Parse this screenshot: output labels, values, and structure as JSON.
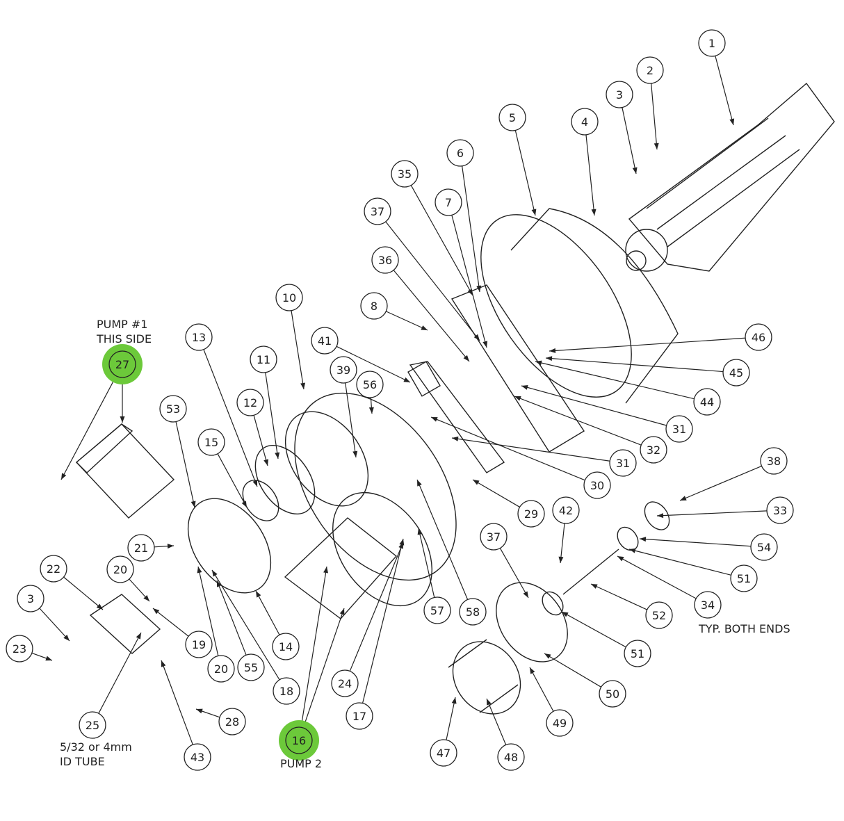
{
  "diagram": {
    "balloons": [
      "1",
      "2",
      "3",
      "4",
      "5",
      "6",
      "35",
      "7",
      "37",
      "36",
      "8",
      "10",
      "46",
      "45",
      "44",
      "41",
      "39",
      "56",
      "11",
      "13",
      "27",
      "53",
      "12",
      "15",
      "31",
      "32",
      "31",
      "30",
      "29",
      "38",
      "33",
      "54",
      "51",
      "34",
      "52",
      "51",
      "42",
      "37",
      "21",
      "20",
      "22",
      "3",
      "23",
      "19",
      "20",
      "55",
      "14",
      "18",
      "57",
      "58",
      "24",
      "17",
      "16",
      "25",
      "28",
      "43",
      "47",
      "48",
      "49",
      "50"
    ],
    "highlighted_balloons": [
      "27",
      "16"
    ],
    "highlight_color": "#6cc93a",
    "notes": {
      "pump1_line1": "PUMP #1",
      "pump1_line2": "THIS SIDE",
      "typ_both_ends": "TYP. BOTH ENDS",
      "tube_line1": "5/32 or 4mm",
      "tube_line2": "ID TUBE",
      "pump2": "PUMP 2"
    }
  }
}
